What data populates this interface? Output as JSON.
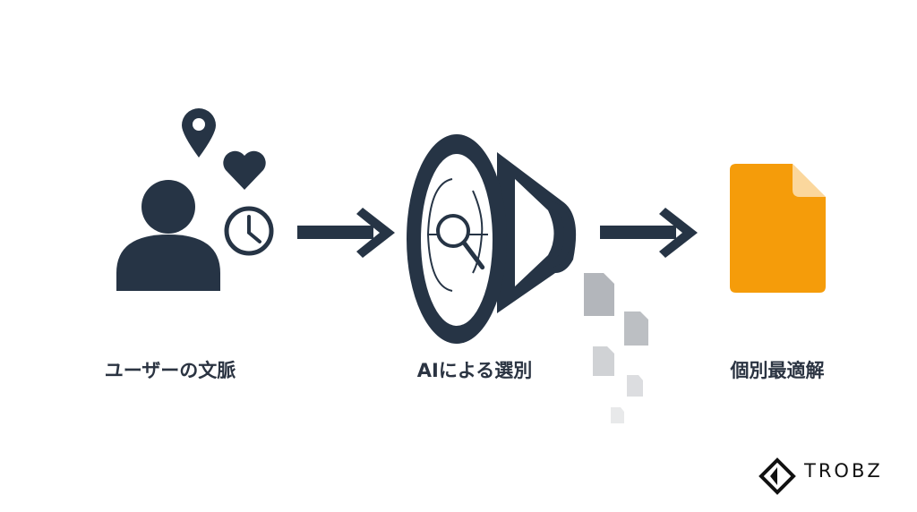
{
  "steps": [
    {
      "label": "ユーザーの文脈",
      "icon": "user-context-icon"
    },
    {
      "label": "AIによる選別",
      "icon": "ai-speaker-search-icon"
    },
    {
      "label": "個別最適解",
      "icon": "document-icon"
    }
  ],
  "brand": {
    "name": "TROBZ"
  },
  "colors": {
    "dark": "#263445",
    "accent": "#f59c0a",
    "muted": "#b9bcc1"
  }
}
